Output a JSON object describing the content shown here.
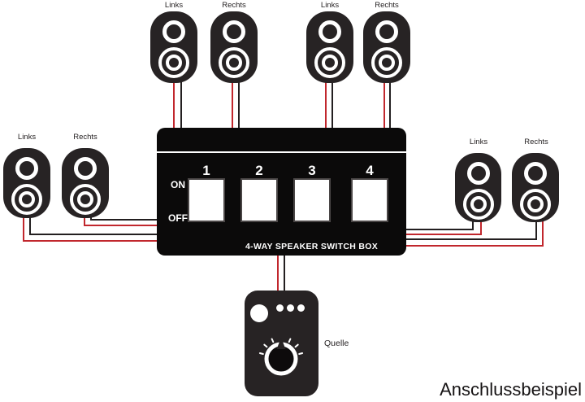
{
  "diagram_title": "Anschlussbeispiel",
  "switch_box": {
    "title": "4-WAY SPEAKER SWITCH BOX",
    "on_label": "ON",
    "off_label": "OFF",
    "switch_numbers": [
      "1",
      "2",
      "3",
      "4"
    ]
  },
  "source": {
    "label": "Quelle"
  },
  "speakers": {
    "top": [
      {
        "label": "Links"
      },
      {
        "label": "Rechts"
      },
      {
        "label": "Links"
      },
      {
        "label": "Rechts"
      }
    ],
    "left": [
      {
        "label": "Links"
      },
      {
        "label": "Rechts"
      }
    ],
    "right": [
      {
        "label": "Links"
      },
      {
        "label": "Rechts"
      }
    ]
  },
  "wiring": {
    "positive_wire_color": "#c1272d",
    "negative_wire_color": "#231f20"
  }
}
